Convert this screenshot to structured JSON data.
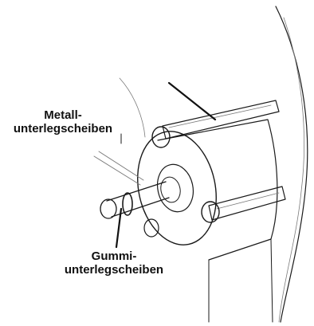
{
  "labels": {
    "metal_washers": {
      "line1": "Metall-",
      "line2": "unterlegscheiben"
    },
    "rubber_washers": {
      "line1": "Gummi-",
      "line2": "unterlegscheiben"
    }
  },
  "colors": {
    "line": "#1a1a1a",
    "line_light": "#7a7a7a",
    "background": "#ffffff"
  }
}
